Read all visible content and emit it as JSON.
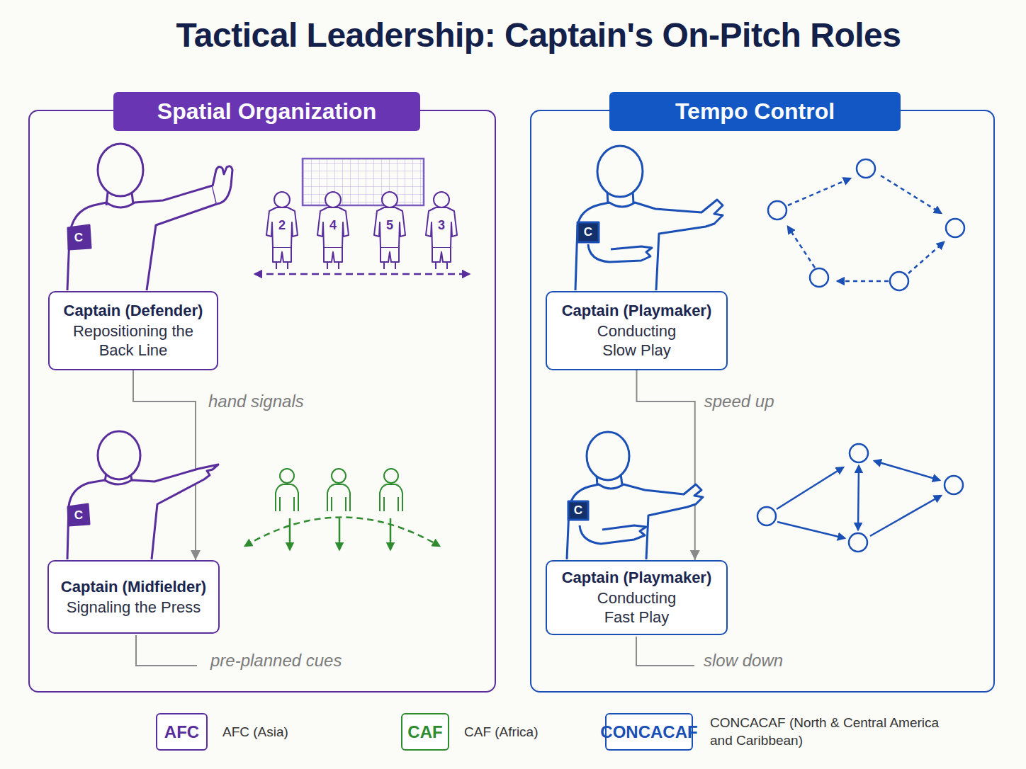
{
  "diagram": {
    "title": "Tactical Leadership: Captain's On-Pitch Roles",
    "nodes": [
      {
        "text": [
          "Spatial Organization"
        ]
      },
      {
        "text": [
          "Captain (Defender)",
          "Repositioning the Back Line"
        ],
        "in": 0
      },
      {
        "text": [
          "Captain (Midfielder)",
          "Signaling the Press"
        ],
        "in": 0
      },
      {
        "text": [
          "Tempo Control"
        ]
      },
      {
        "text": [
          "Captain (Playmaker)",
          "Conducting Slow Play"
        ],
        "in": 3
      },
      {
        "text": [
          "Captain (Playmaker)",
          "Conducting Fast Play"
        ],
        "in": 3
      }
    ],
    "edges": [
      {
        "from": 1,
        "to": 2,
        "arrow": "to",
        "label": "hand signals"
      },
      {
        "from": 4,
        "to": 5,
        "arrow": "to",
        "label": "speed up"
      }
    ],
    "labels": [
      "2",
      "4",
      "5",
      "3",
      "C",
      "C",
      "C",
      "C",
      "pre-planned cues",
      "slow down",
      "AFC",
      "CAF",
      "CONCACAF"
    ],
    "legend": [
      {
        "text": "AFC (Asia)",
        "color": "#5a2d9c"
      },
      {
        "text": "CAF (Africa)",
        "color": "#2e8b2e"
      },
      {
        "text": "CONCACAF (North & Central America and Caribbean)",
        "color": "#1a4fb5"
      }
    ]
  }
}
